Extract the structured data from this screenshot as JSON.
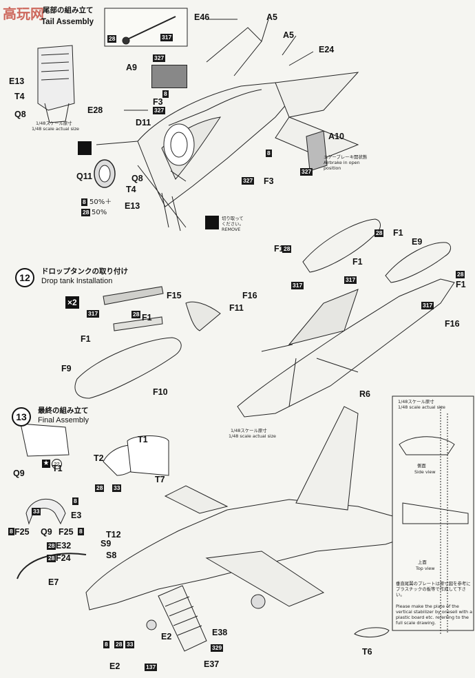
{
  "watermark": "高玩网",
  "step11": {
    "title_jp": "尾部の組み立て",
    "title_en": "Tail Assembly"
  },
  "step12": {
    "number": "12",
    "title_jp": "ドロップタンクの取り付け",
    "title_en": "Drop tank Installation"
  },
  "step13": {
    "number": "13",
    "title_jp": "最終の組み立て",
    "title_en": "Final Assembly"
  },
  "scale_note": {
    "jp": "1/48スケール原寸",
    "en": "1/48 scale actual size"
  },
  "airbrake_note": {
    "jp": "エアーブレーキ開状態",
    "en1": "Airbrake in open",
    "en2": "position"
  },
  "remove_note": {
    "jp1": "切り取って",
    "jp2": "ください。",
    "en": "REMOVE"
  },
  "paint_mix": {
    "line1": "50%＋",
    "line2": "50%"
  },
  "multiplier": "×2",
  "side_view": {
    "jp": "側面",
    "en": "Side view"
  },
  "top_view": {
    "jp": "上面",
    "en": "Top view"
  },
  "stabilizer_note": {
    "jp": "垂直尾翼のプレートは原寸図を参考にプラスチックの板等で作成して下さい。",
    "en": "Please make the plate of the vertical stabilizer by onesell with a plastic board etc. referring to the full scale drawing."
  },
  "labels": {
    "E46": "E46",
    "A5a": "A5",
    "A5b": "A5",
    "E24": "E24",
    "A9": "A9",
    "E13a": "E13",
    "T4a": "T4",
    "Q8a": "Q8",
    "E28": "E28",
    "D11": "D11",
    "F3a": "F3",
    "A10": "A10",
    "Q8b": "Q8",
    "Q11": "Q11",
    "T4b": "T4",
    "E13b": "E13",
    "F3b": "F3",
    "F15": "F15",
    "F1a": "F1",
    "F11": "F11",
    "F9": "F9",
    "F10": "F10",
    "F1b": "F1",
    "F1c": "F1",
    "F1d": "F1",
    "F1e": "F1",
    "F1f": "F1",
    "E9": "E9",
    "F16a": "F16",
    "F16b": "F16",
    "R6": "R6",
    "T1a": "T1",
    "T2": "T2",
    "T1b": "T1",
    "T7": "T7",
    "Q9a": "Q9",
    "F25a": "F25",
    "Q9b": "Q9",
    "F25b": "F25",
    "E3": "E3",
    "T12": "T12",
    "S9": "S9",
    "S8": "S8",
    "E32": "E32",
    "F24": "F24",
    "E7": "E7",
    "E2a": "E2",
    "E38": "E38",
    "E2b": "E2",
    "E37": "E37",
    "T6": "T6"
  },
  "colors": {
    "c317": "317",
    "c28": "28",
    "c327": "327",
    "c8": "8",
    "c33": "33",
    "c329": "329",
    "c137": "137",
    "c22": "22"
  }
}
